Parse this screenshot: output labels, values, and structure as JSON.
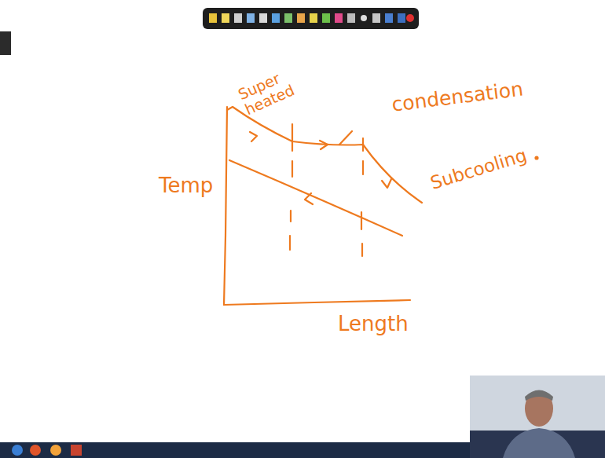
{
  "diagram": {
    "labels": [
      "Super heated",
      "condensation",
      "Subcooling",
      "Temp",
      "Length"
    ]
  }
}
